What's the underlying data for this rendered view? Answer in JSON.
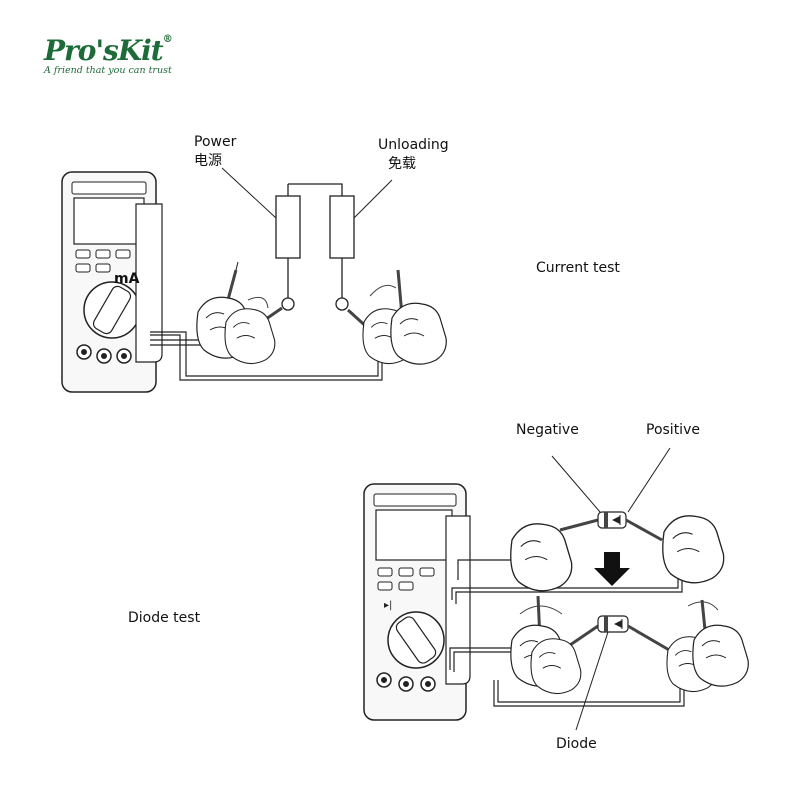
{
  "brand": {
    "name": "Pro'sKit",
    "tagline": "A friend that you can trust"
  },
  "current_test": {
    "section_label": "Current test",
    "power_label_en": "Power",
    "power_label_cn": "电源",
    "unloading_label_en": "Unloading",
    "unloading_label_cn": "免载",
    "meter_unit": "mA"
  },
  "diode_test": {
    "section_label": "Diode test",
    "negative_label": "Negative",
    "positive_label": "Positive",
    "diode_label": "Diode"
  }
}
